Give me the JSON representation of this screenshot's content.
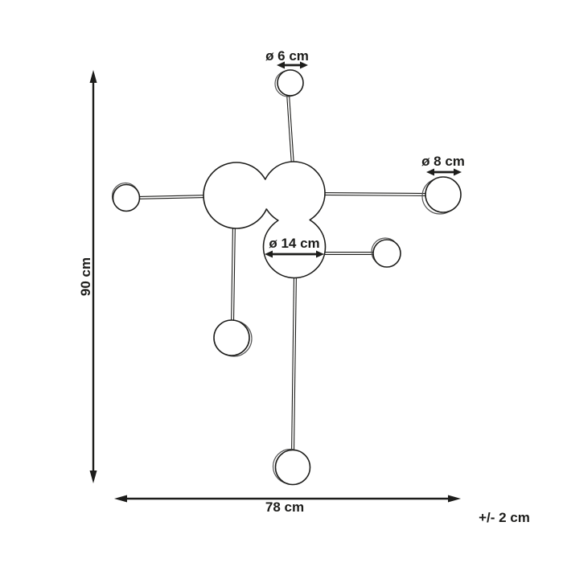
{
  "diagram": {
    "kind": "product-dimension-drawing",
    "subject": "six-light sputnik lamp with spherical shades",
    "labels": {
      "sphere_small_diameter": "ø 6 cm",
      "sphere_large_diameter": "ø 8 cm",
      "body_diameter": "ø 14 cm",
      "total_height": "90 cm",
      "total_width": "78 cm",
      "tolerance": "+/- 2 cm"
    },
    "colors": {
      "line": "#1d1d1b",
      "shadow_line": "#555555",
      "background": "#ffffff"
    }
  }
}
